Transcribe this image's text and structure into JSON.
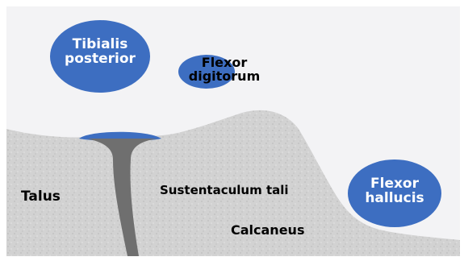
{
  "labels": {
    "tibialis_posterior": [
      "Tibialis",
      "posterior"
    ],
    "flexor_digitorum": [
      "Flexor",
      "digitorum"
    ],
    "flexor_hallucis": [
      "Flexor",
      "hallucis"
    ],
    "talus": "Talus",
    "sustentaculum_tali": "Sustentaculum tali",
    "calcaneus": "Calcaneus"
  },
  "colors": {
    "tendon_blue": "#3d6ec1",
    "bone_gray": "#cfcfcf",
    "background": "#f3f3f5",
    "joint_gap": "#6f6f6f"
  }
}
